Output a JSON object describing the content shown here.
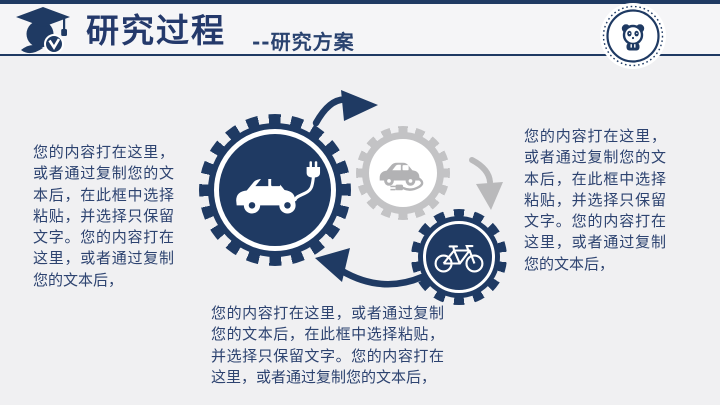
{
  "slide": {
    "background": "#F0F0F2",
    "accent_navy": "#1F3A63",
    "gear_gray": "#C3C3C5"
  },
  "header": {
    "title": "研究过程",
    "subtitle": "--研究方案",
    "logo_icon": "graduation-cap-logo",
    "seal_icon": "panda-seal"
  },
  "diagram": {
    "gears": [
      {
        "id": "gear-large",
        "color": "#1F3A63",
        "icon": "electric-car-icon"
      },
      {
        "id": "gear-mid",
        "color": "#C3C3C5",
        "icon": "charging-car-icon"
      },
      {
        "id": "gear-small",
        "color": "#1F3A63",
        "icon": "bicycle-icon"
      }
    ],
    "arrows": [
      {
        "id": "arrow-top",
        "color": "#1F3A63",
        "direction": "clockwise-right"
      },
      {
        "id": "arrow-mid",
        "color": "#B9B9BB",
        "direction": "down"
      },
      {
        "id": "arrow-bottom",
        "color": "#1F3A63",
        "direction": "left"
      }
    ]
  },
  "text_blocks": {
    "left": "您的内容打在这里，或者通过复制您的文本后，在此框中选择粘贴，并选择只保留文字。您的内容打在这里，或者通过复制您的文本后，",
    "right": "您的内容打在这里，或者通过复制您的文本后，在此框中选择粘贴，并选择只保留文字。您的内容打在这里，或者通过复制您的文本后，",
    "bottom": "您的内容打在这里，或者通过复制您的文本后，在此框中选择粘贴，并选择只保留文字。您的内容打在这里，或者通过复制您的文本后，"
  }
}
